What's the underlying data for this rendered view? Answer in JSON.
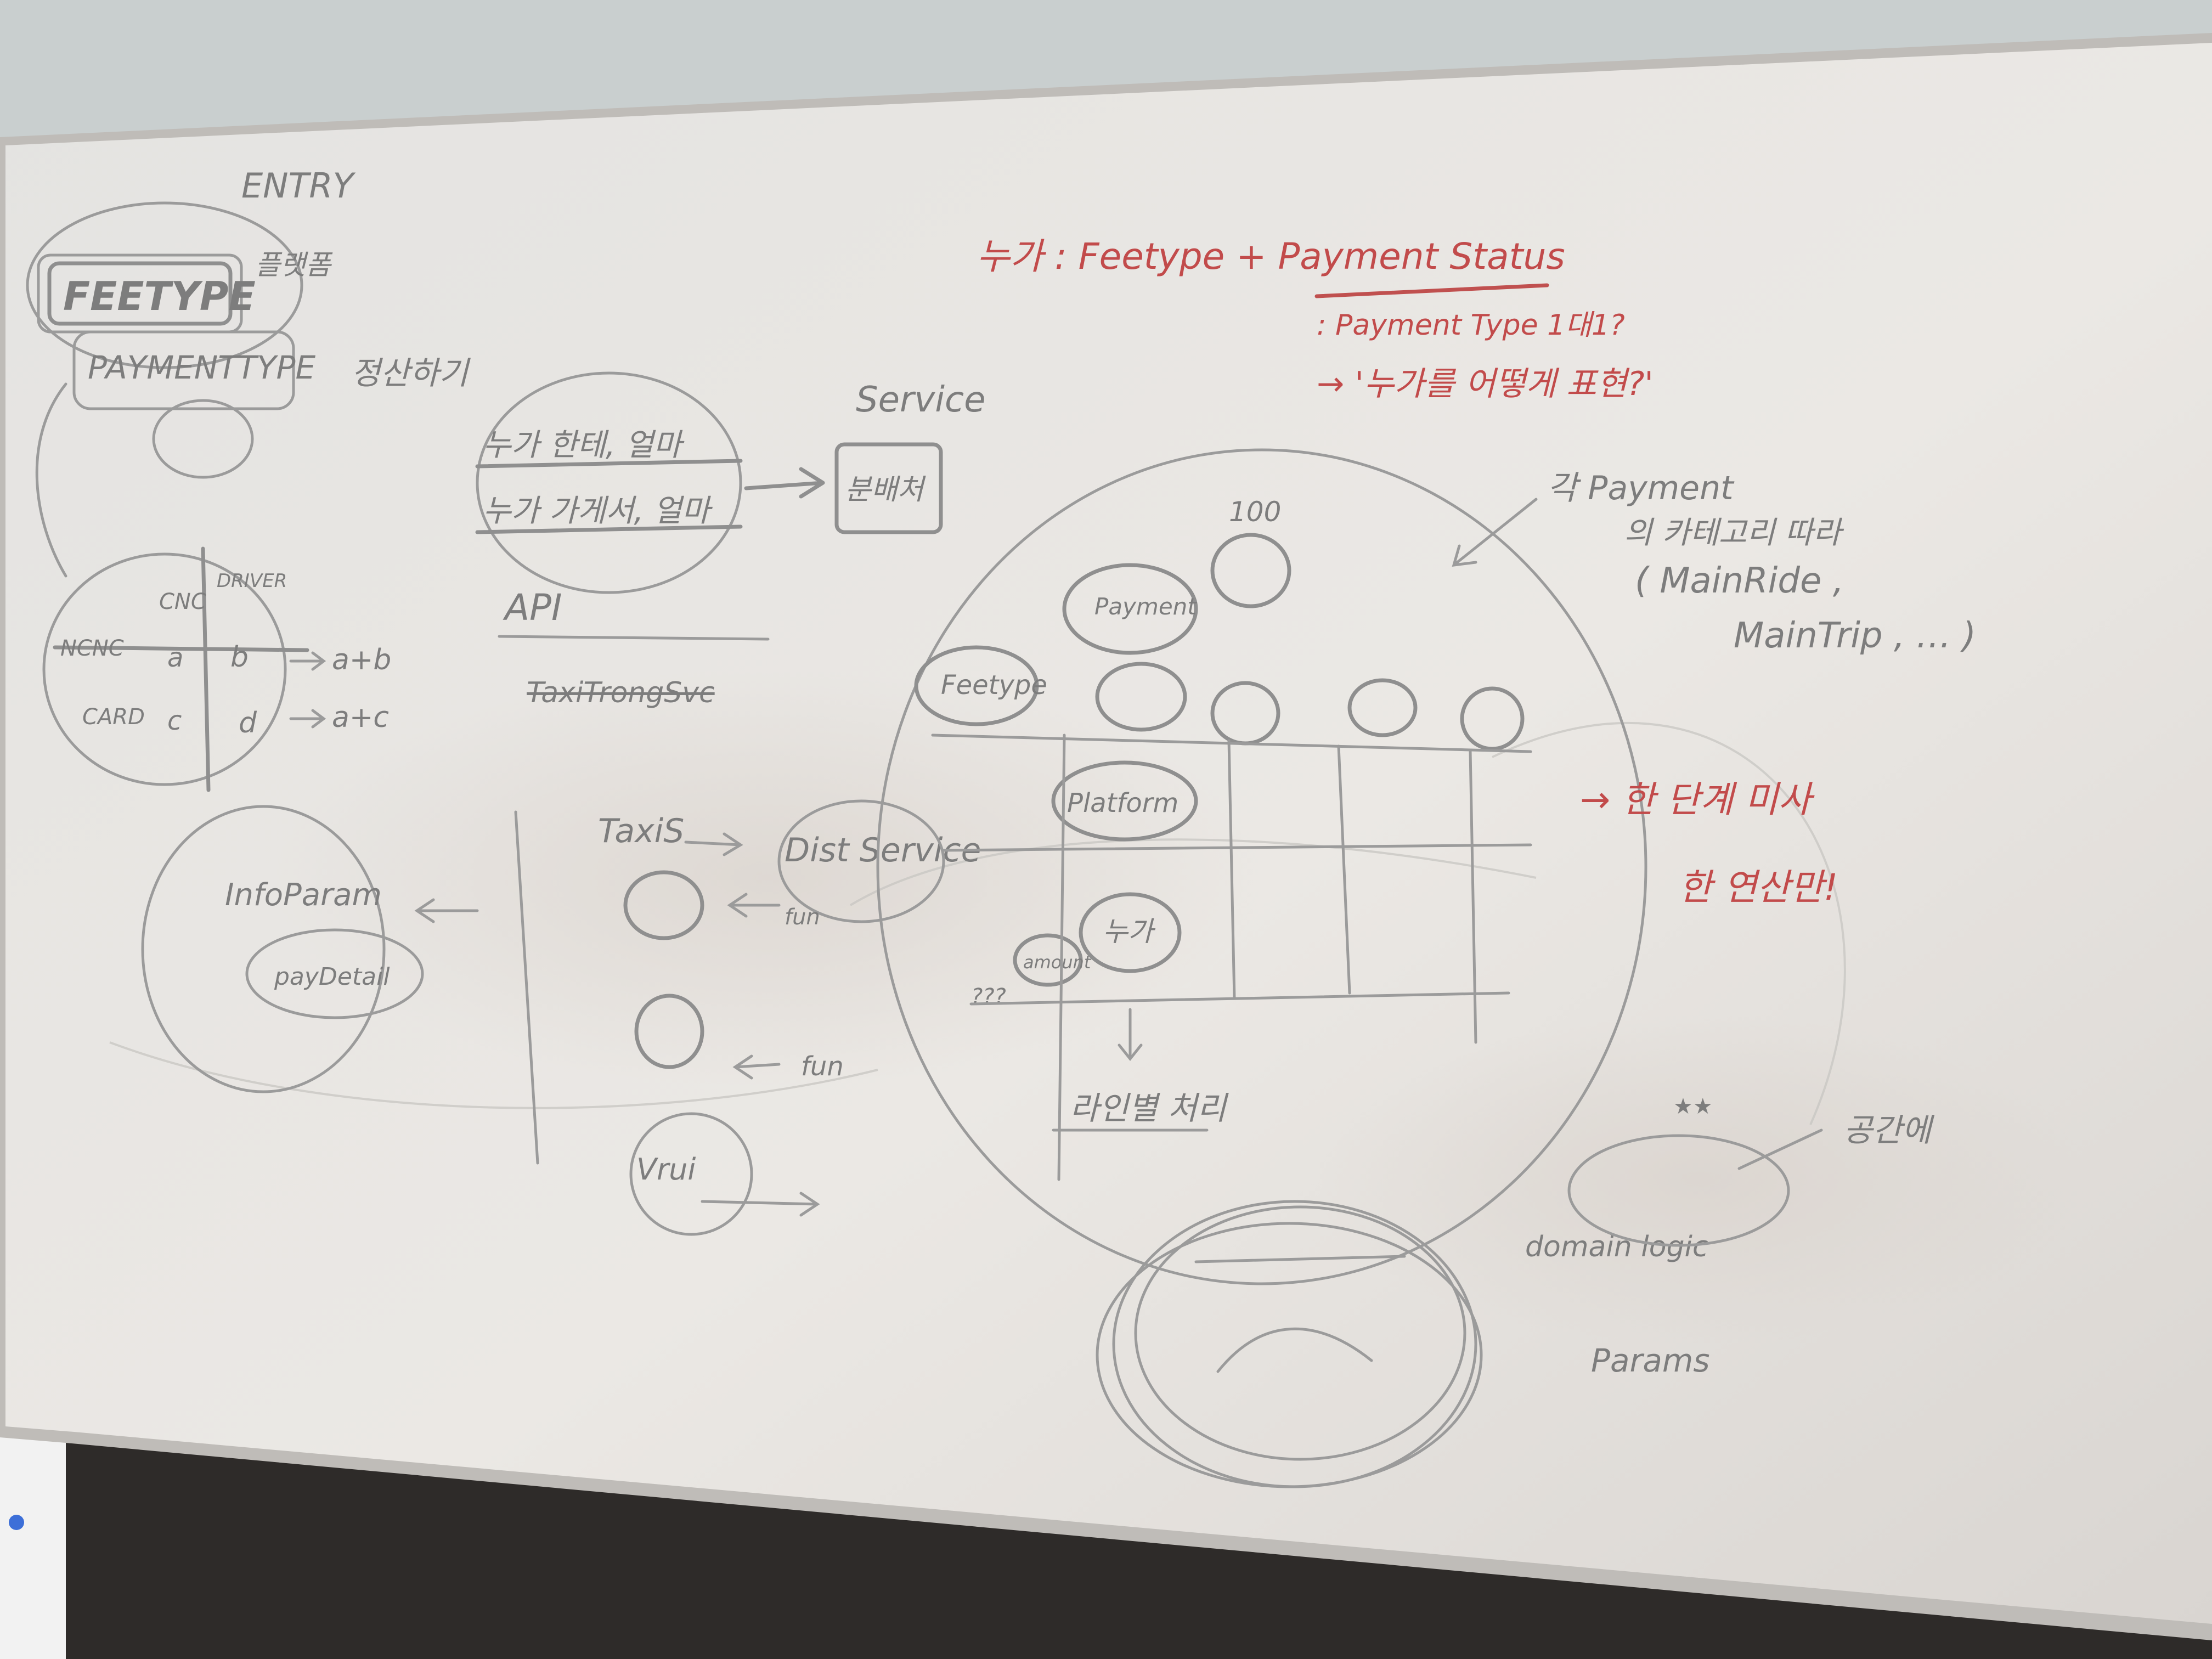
{
  "colors": {
    "board": "#e8e6e3",
    "marker_gray": "#8f8f8f",
    "marker_red": "#c0504f",
    "wall": "#cfd4d3",
    "floor": "#2f2c2a"
  },
  "labels": {
    "entry": "ENTRY",
    "feetype": "FEETYPE",
    "feetype_note": "플랫폼",
    "paymenttype": "PAYMENTTYPE",
    "settle": "정산하기",
    "row_cnc": "CNC",
    "row_driver": "DRIVER",
    "row_ncnc": "NCNC",
    "row_card": "CARD",
    "cell_a": "a",
    "cell_b": "b",
    "cell_c": "c",
    "cell_d": "d",
    "out_ab": "a+b",
    "out_ac": "a+c",
    "line1": "누가 한테, 얼마",
    "line2": "누가 가게서, 얼마",
    "api": "API",
    "taxi_trong": "TaxiTrongSvc",
    "service": "Service",
    "service_box": "분배처",
    "taxis": "TaxiS",
    "dist_service": "Dist Service",
    "fun1": "fun",
    "fun2": "fun",
    "vrui": "Vrui",
    "info_param": "InfoParam",
    "pay_detail": "payDetail",
    "red_title": "누가 : Feetype + Payment Status",
    "red_sub1": ": Payment Type 1대1?",
    "red_sub2": "→ '누가를 어떻게 표현?'",
    "red_note1": "→ 한 단계 미사",
    "red_note2": "한 연산만!",
    "payment_note1": "각 Payment",
    "payment_note2": "의 카테고리 따라",
    "payment_note3": "( MainRide ,",
    "payment_note4": "MainTrip , … )",
    "node_100": "100",
    "node_payment": "Payment",
    "node_feetype": "Feetype",
    "node_platform": "Platform",
    "node_who": "누가",
    "node_amount": "amount",
    "question_marks": "???",
    "settle_process": "라인별 처리",
    "domain_logic": "domain logic",
    "params": "Params",
    "space_note": "공간에",
    "stars": "★★"
  }
}
